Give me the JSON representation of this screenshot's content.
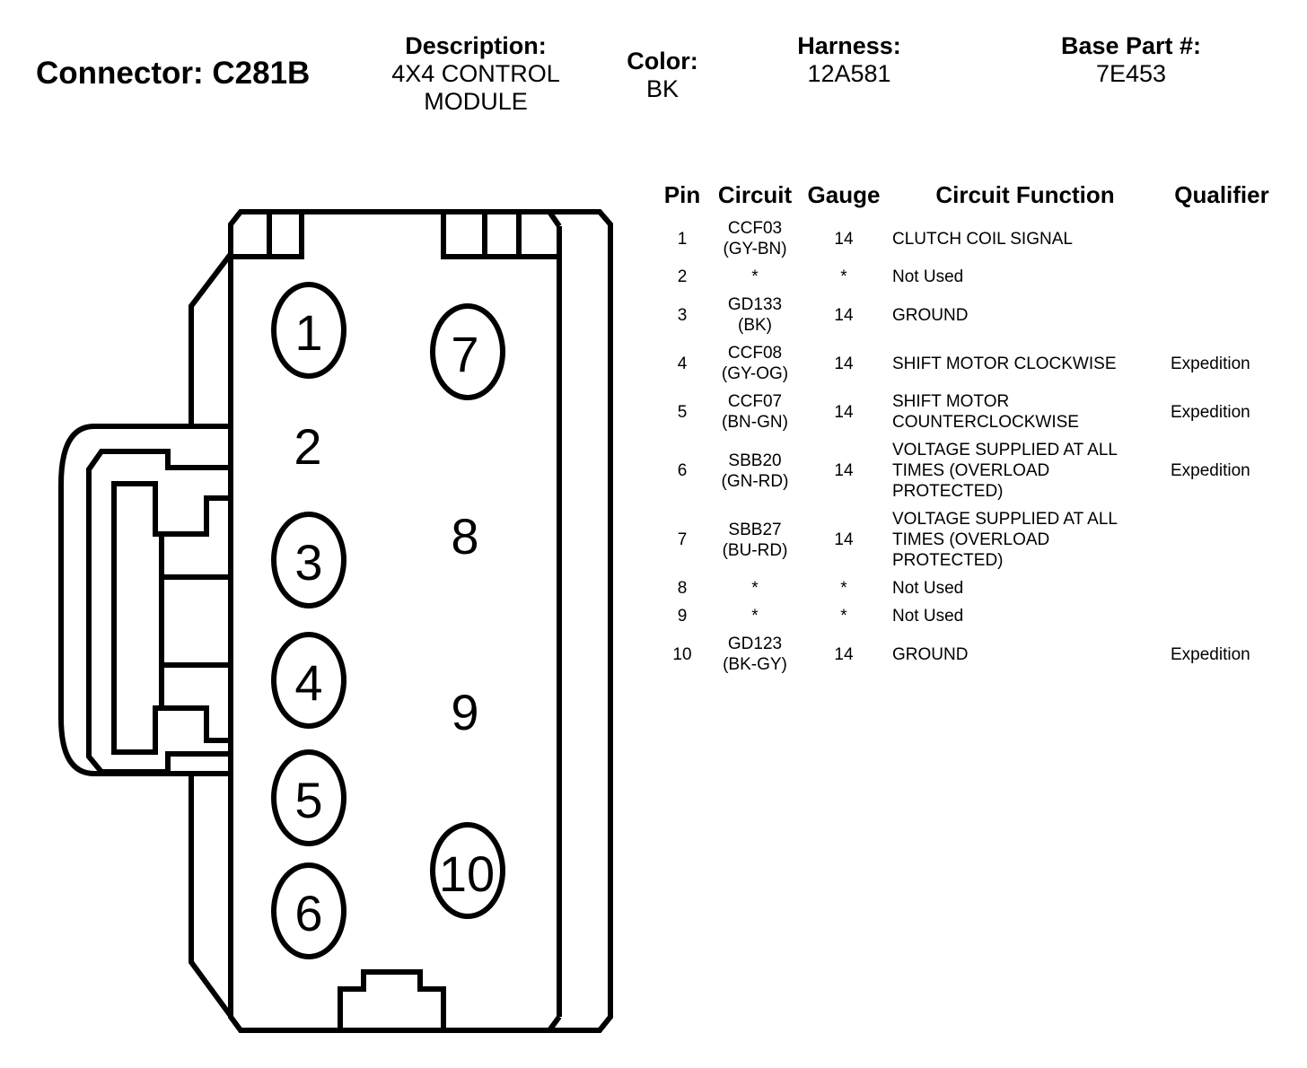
{
  "header": {
    "connector_title": "Connector: C281B",
    "description_label": "Description:",
    "description_line1": "4X4 CONTROL",
    "description_line2": "MODULE",
    "color_label": "Color:",
    "color_value": "BK",
    "harness_label": "Harness:",
    "harness_value": "12A581",
    "base_part_label": "Base Part #:",
    "base_part_value": "7E453"
  },
  "diagram": {
    "pin_labels": [
      "1",
      "2",
      "3",
      "4",
      "5",
      "6",
      "7",
      "8",
      "9",
      "10"
    ],
    "circled_pins": [
      "1",
      "3",
      "4",
      "5",
      "6",
      "7",
      "10"
    ]
  },
  "table": {
    "columns": [
      "Pin",
      "Circuit",
      "Gauge",
      "Circuit Function",
      "Qualifier"
    ],
    "rows": [
      {
        "pin": "1",
        "circuit": "CCF03",
        "wire_color": "(GY-BN)",
        "gauge": "14",
        "function": "CLUTCH COIL SIGNAL",
        "qualifier": ""
      },
      {
        "pin": "2",
        "circuit": "*",
        "wire_color": "",
        "gauge": "*",
        "function": "Not Used",
        "qualifier": ""
      },
      {
        "pin": "3",
        "circuit": "GD133",
        "wire_color": "(BK)",
        "gauge": "14",
        "function": "GROUND",
        "qualifier": ""
      },
      {
        "pin": "4",
        "circuit": "CCF08",
        "wire_color": "(GY-OG)",
        "gauge": "14",
        "function": "SHIFT MOTOR CLOCKWISE",
        "qualifier": "Expedition"
      },
      {
        "pin": "5",
        "circuit": "CCF07",
        "wire_color": "(BN-GN)",
        "gauge": "14",
        "function": "SHIFT MOTOR COUNTERCLOCKWISE",
        "qualifier": "Expedition"
      },
      {
        "pin": "6",
        "circuit": "SBB20",
        "wire_color": "(GN-RD)",
        "gauge": "14",
        "function": "VOLTAGE SUPPLIED AT ALL TIMES (OVERLOAD PROTECTED)",
        "qualifier": "Expedition"
      },
      {
        "pin": "7",
        "circuit": "SBB27",
        "wire_color": "(BU-RD)",
        "gauge": "14",
        "function": "VOLTAGE SUPPLIED AT ALL TIMES (OVERLOAD PROTECTED)",
        "qualifier": ""
      },
      {
        "pin": "8",
        "circuit": "*",
        "wire_color": "",
        "gauge": "*",
        "function": "Not Used",
        "qualifier": ""
      },
      {
        "pin": "9",
        "circuit": "*",
        "wire_color": "",
        "gauge": "*",
        "function": "Not Used",
        "qualifier": ""
      },
      {
        "pin": "10",
        "circuit": "GD123",
        "wire_color": "(BK-GY)",
        "gauge": "14",
        "function": "GROUND",
        "qualifier": "Expedition"
      }
    ]
  }
}
